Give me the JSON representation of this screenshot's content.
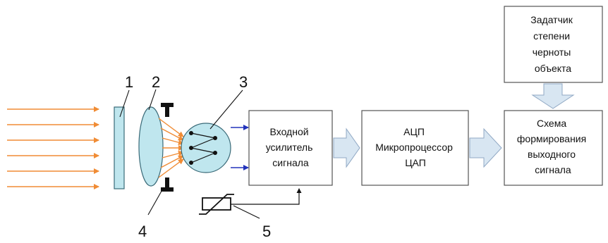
{
  "blocks": {
    "input_amp": [
      "Входной",
      "усилитель",
      "сигнала"
    ],
    "adc_mcu_dac": [
      "АЦП",
      "Микропроцессор",
      "ЦАП"
    ],
    "output_former": [
      "Схема",
      "формирования",
      "выходного",
      "сигнала"
    ],
    "emissivity_setter": [
      "Задатчик",
      "степени",
      "черноты",
      "объекта"
    ]
  },
  "callouts": {
    "n1": "1",
    "n2": "2",
    "n3": "3",
    "n4": "4",
    "n5": "5"
  },
  "colors": {
    "radiation": "#f08c35",
    "signal": "#2233bb",
    "optics": "#bfe6ee",
    "optics_stroke": "#3a6a78",
    "block_arrow": "#d8e6f2",
    "block_arrow_stroke": "#90a8c4"
  }
}
